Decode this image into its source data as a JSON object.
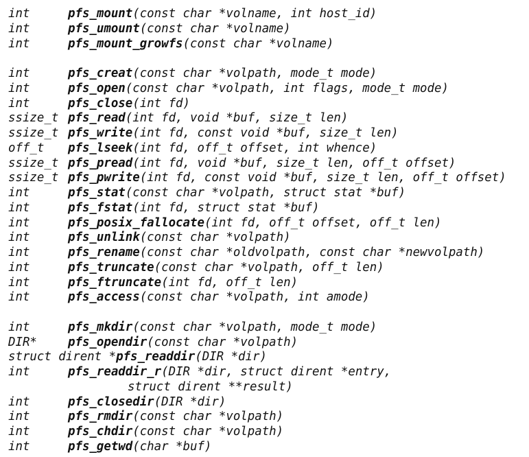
{
  "groups": [
    {
      "lines": [
        {
          "type": "int",
          "name": "pfs_mount",
          "args": "(const char *volname, int host_id)"
        },
        {
          "type": "int",
          "name": "pfs_umount",
          "args": "(const char *volname)"
        },
        {
          "type": "int",
          "name": "pfs_mount_growfs",
          "args": "(const char *volname)"
        }
      ]
    },
    {
      "lines": [
        {
          "type": "int",
          "name": "pfs_creat",
          "args": "(const char *volpath, mode_t mode)"
        },
        {
          "type": "int",
          "name": "pfs_open",
          "args": "(const char *volpath, int flags, mode_t mode)"
        },
        {
          "type": "int",
          "name": "pfs_close",
          "args": "(int fd)"
        },
        {
          "type": "ssize_t",
          "name": "pfs_read",
          "args": "(int fd, void *buf, size_t len)"
        },
        {
          "type": "ssize_t",
          "name": "pfs_write",
          "args": "(int fd, const void *buf, size_t len)"
        },
        {
          "type": "off_t",
          "name": "pfs_lseek",
          "args": "(int fd, off_t offset, int whence)"
        },
        {
          "type": "ssize_t",
          "name": "pfs_pread",
          "args": "(int fd, void *buf, size_t len, off_t offset)"
        },
        {
          "type": "ssize_t",
          "name": "pfs_pwrite",
          "args": "(int fd, const void *buf, size_t len, off_t offset)"
        },
        {
          "type": "int",
          "name": "pfs_stat",
          "args": "(const char *volpath, struct stat *buf)"
        },
        {
          "type": "int",
          "name": "pfs_fstat",
          "args": "(int fd, struct stat *buf)"
        },
        {
          "type": "int",
          "name": "pfs_posix_fallocate",
          "args": "(int fd, off_t offset, off_t len)"
        },
        {
          "type": "int",
          "name": "pfs_unlink",
          "args": "(const char *volpath)"
        },
        {
          "type": "int",
          "name": "pfs_rename",
          "args": "(const char *oldvolpath, const char *newvolpath)"
        },
        {
          "type": "int",
          "name": "pfs_truncate",
          "args": "(const char *volpath, off_t len)"
        },
        {
          "type": "int",
          "name": "pfs_ftruncate",
          "args": "(int fd, off_t len)"
        },
        {
          "type": "int",
          "name": "pfs_access",
          "args": "(const char *volpath, int amode)"
        }
      ]
    },
    {
      "lines": [
        {
          "type": "int",
          "name": "pfs_mkdir",
          "args": "(const char *volpath, mode_t mode)"
        },
        {
          "type": "DIR*",
          "name": "pfs_opendir",
          "args": "(const char *volpath)"
        },
        {
          "type": "struct dirent *",
          "name": "pfs_readdir",
          "args": "(DIR *dir)",
          "inline": true
        },
        {
          "type": "int",
          "name": "pfs_readdir_r",
          "args": "(DIR *dir, struct dirent *entry,",
          "continuation": "struct dirent **result)"
        },
        {
          "type": "int",
          "name": "pfs_closedir",
          "args": "(DIR *dir)"
        },
        {
          "type": "int",
          "name": "pfs_rmdir",
          "args": "(const char *volpath)"
        },
        {
          "type": "int",
          "name": "pfs_chdir",
          "args": "(const char *volpath)"
        },
        {
          "type": "int",
          "name": "pfs_getwd",
          "args": "(char *buf)"
        }
      ]
    }
  ]
}
